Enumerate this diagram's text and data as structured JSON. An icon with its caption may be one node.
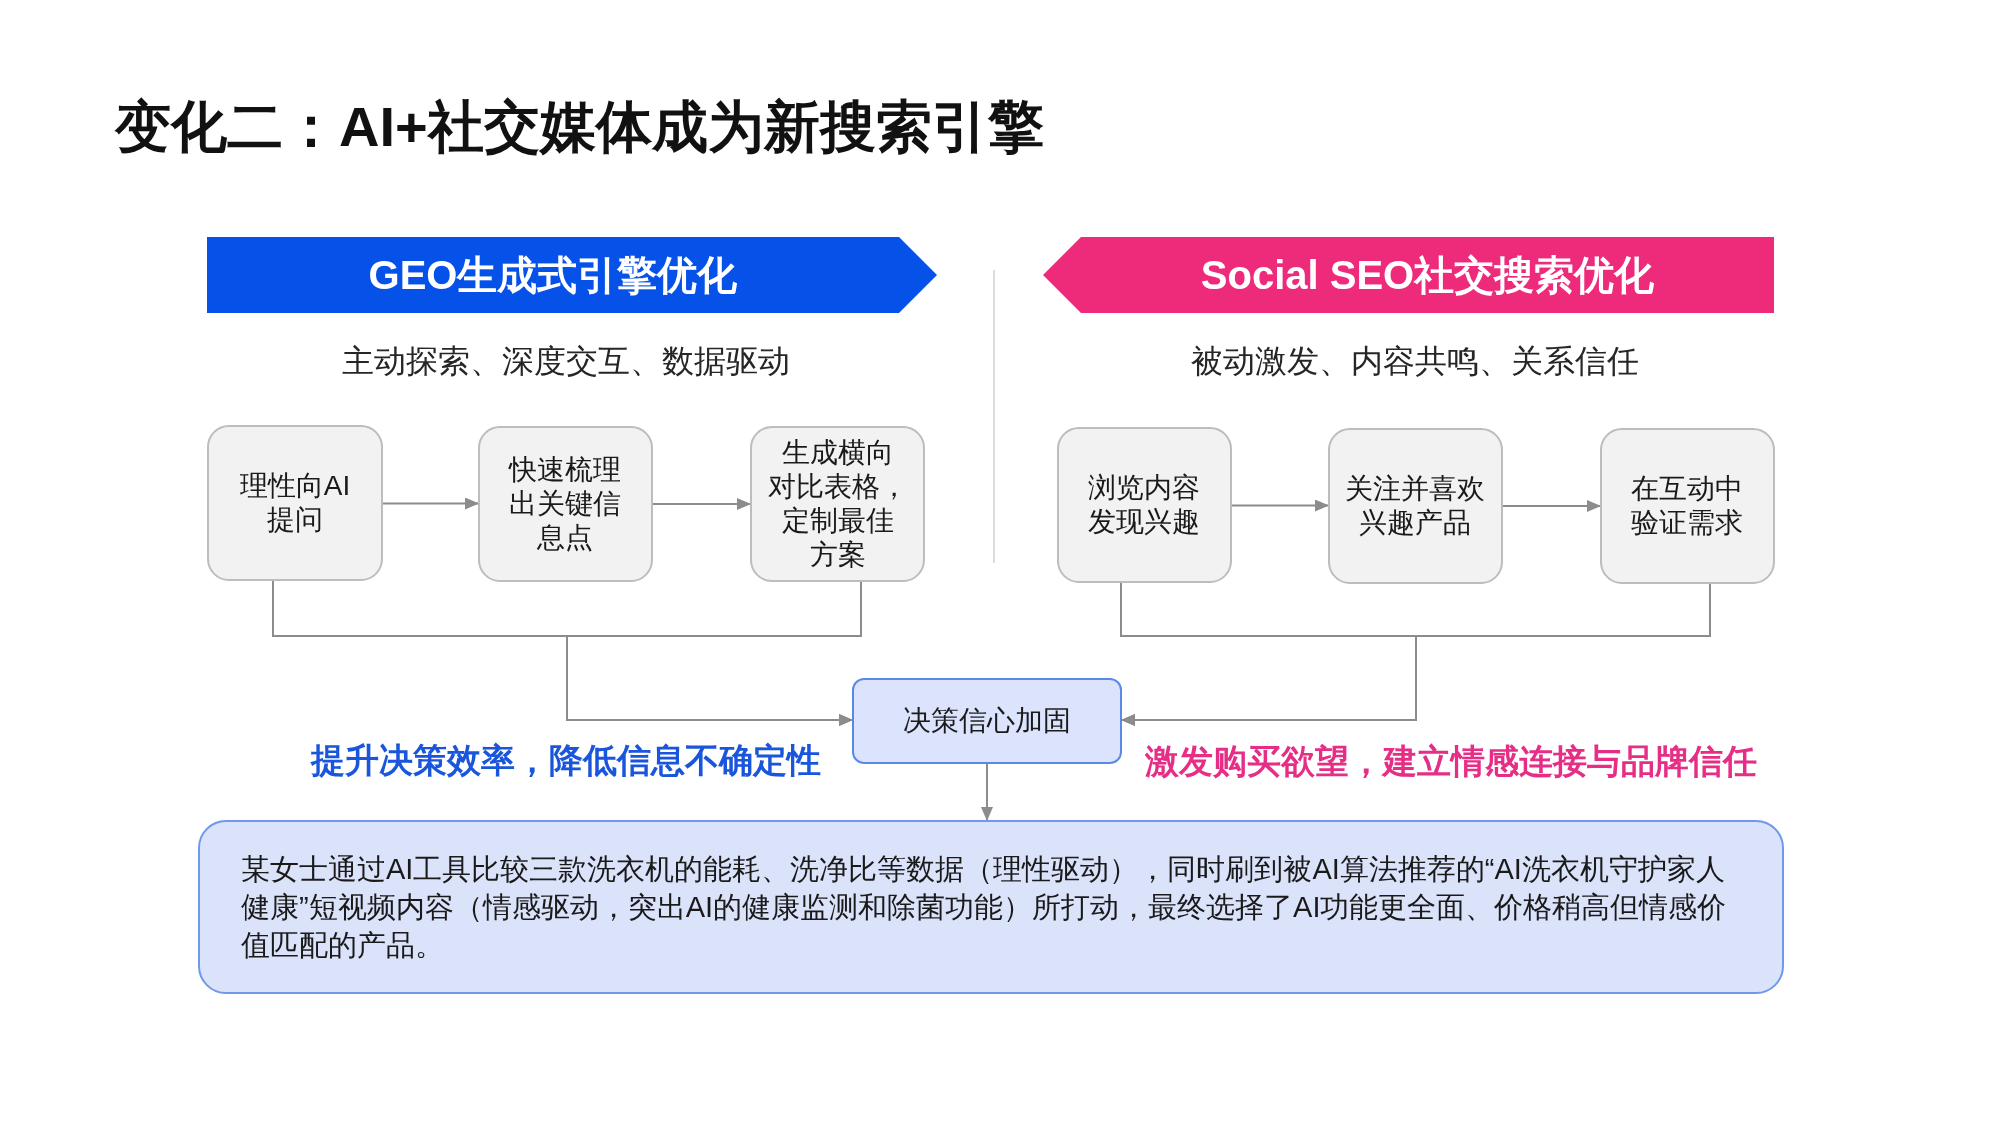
{
  "diagram": {
    "title": "变化二：AI+社交媒体成为新搜索引擎",
    "nodes": [
      {
        "text": [
          "GEO生成式引擎优化"
        ]
      },
      {
        "text": [
          "Social SEO社交搜索优化"
        ]
      },
      {
        "text": [
          "理性向AI提问"
        ]
      },
      {
        "text": [
          "快速梳理出关键信息点"
        ]
      },
      {
        "text": [
          "生成横向对比表格，定制最佳方案"
        ]
      },
      {
        "text": [
          "浏览内容发现兴趣"
        ]
      },
      {
        "text": [
          "关注并喜欢兴趣产品"
        ]
      },
      {
        "text": [
          "在互动中验证需求"
        ]
      },
      {
        "text": [
          "决策信心加固"
        ]
      },
      {
        "text": [
          "某女士通过AI工具比较三款洗衣机的能耗、洗净比等数据（理性驱动），同时刷到被AI算法推荐的“AI洗衣机守护家人健康”短视频内容（情感驱动，突出AI的健康监测和除菌功能）所打动，最终选择了AI功能更全面、价格稍高但情感价值匹配的产品。"
        ]
      }
    ],
    "edges": [
      {
        "from": 2,
        "to": 3,
        "arrow": "to"
      },
      {
        "from": 3,
        "to": 4,
        "arrow": "to"
      },
      {
        "from": 5,
        "to": 6,
        "arrow": "to"
      },
      {
        "from": 6,
        "to": 7,
        "arrow": "to"
      },
      {
        "from": 2,
        "to": 8,
        "arrow": "to"
      },
      {
        "from": 4,
        "to": 8,
        "arrow": "to"
      },
      {
        "from": 5,
        "to": 8,
        "arrow": "to"
      },
      {
        "from": 7,
        "to": 8,
        "arrow": "to"
      },
      {
        "from": 8,
        "to": 9,
        "arrow": "to"
      }
    ],
    "labels": [
      "主动探索、深度交互、数据驱动",
      "被动激发、内容共鸣、关系信任",
      "提升决策效率，降低信息不确定性",
      "激发购买欲望，建立情感连接与品牌信任"
    ]
  }
}
